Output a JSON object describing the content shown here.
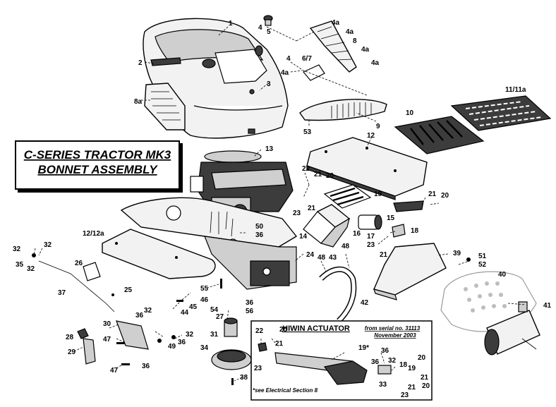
{
  "title_line1": "C-SERIES TRACTOR MK3",
  "title_line2": "BONNET ASSEMBLY",
  "inset": {
    "title": "HIWIN ACTUATOR",
    "serial_line1": "from serial no. 31113",
    "serial_line2": "November 2003",
    "note": "*see Electrical Section 8"
  },
  "callouts": [
    "1",
    "2",
    "3",
    "4",
    "5",
    "4a",
    "4a",
    "8",
    "4a",
    "4a",
    "4",
    "6/7",
    "4a",
    "8a",
    "9",
    "53",
    "11/11a",
    "10",
    "12",
    "13",
    "22",
    "21",
    "20",
    "19",
    "21",
    "20",
    "23",
    "21",
    "15",
    "14",
    "16",
    "17",
    "18",
    "23",
    "21",
    "12/12a",
    "50",
    "36",
    "24",
    "48",
    "43",
    "48",
    "39",
    "51",
    "52",
    "40",
    "32",
    "32",
    "35",
    "32",
    "26",
    "37",
    "25",
    "55",
    "46",
    "45",
    "44",
    "54",
    "36",
    "56",
    "27",
    "42",
    "41",
    "36",
    "32",
    "30",
    "28",
    "29",
    "47",
    "31",
    "32",
    "49",
    "36",
    "47",
    "36",
    "34",
    "38",
    "22",
    "20",
    "21",
    "23",
    "19*",
    "36",
    "32",
    "18",
    "20",
    "36",
    "19",
    "21",
    "33",
    "21",
    "20",
    "23"
  ]
}
